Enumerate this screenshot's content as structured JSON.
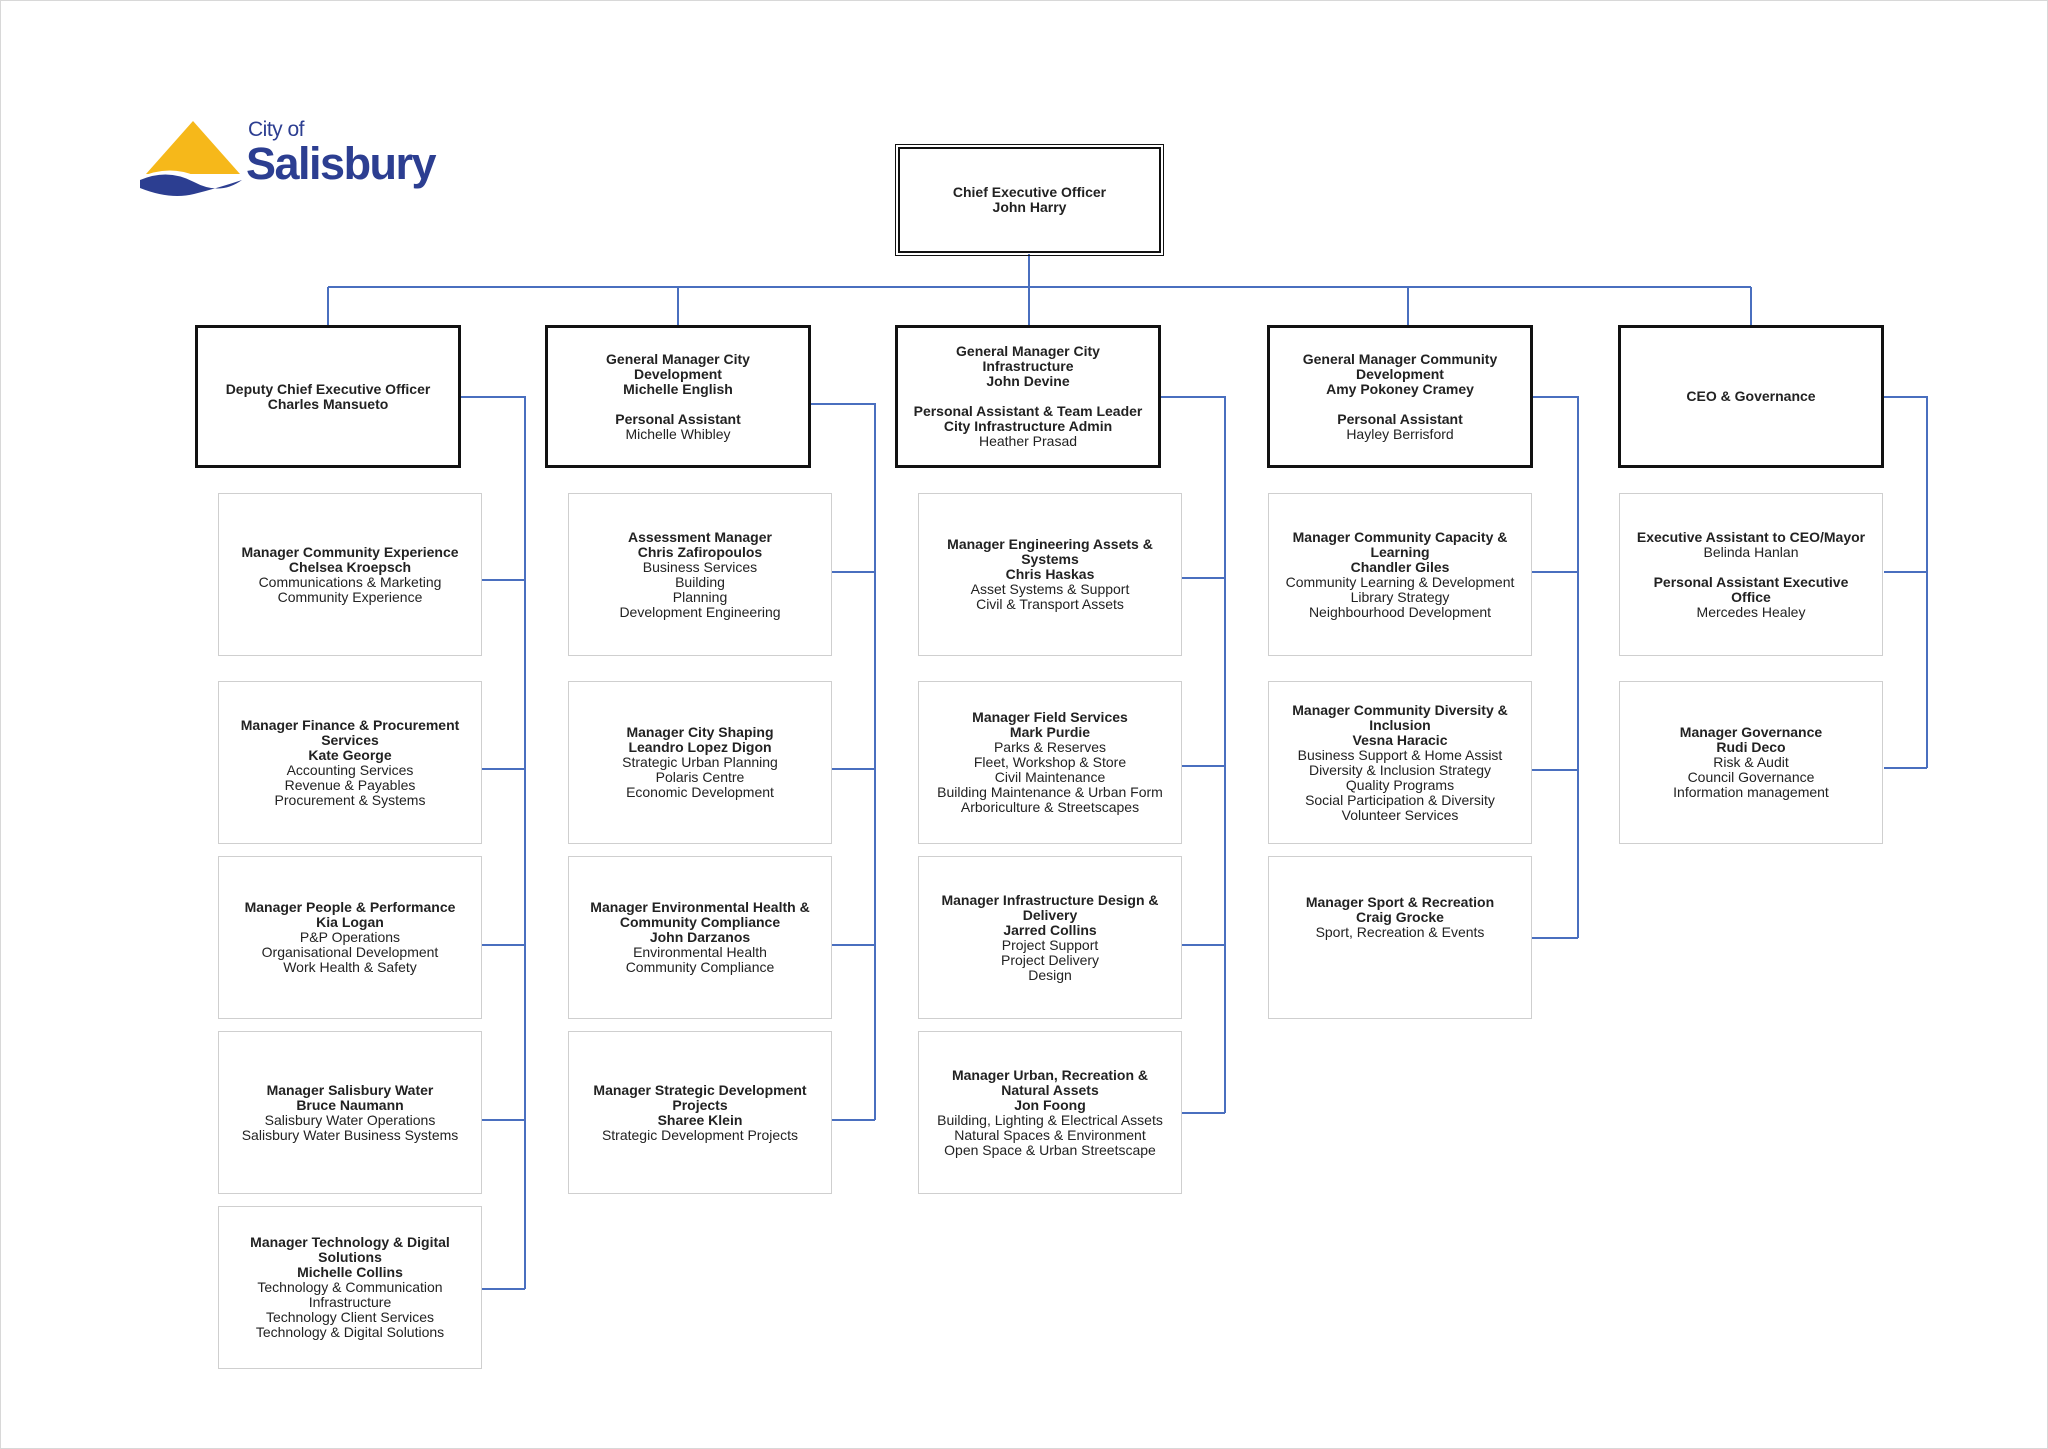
{
  "logo": {
    "line1": "City of",
    "line2": "Salisbury"
  },
  "ceo": {
    "title": "Chief Executive Officer",
    "name": "John Harry"
  },
  "divisions": [
    {
      "title": "Deputy Chief Executive Officer",
      "name": "Charles Mansueto",
      "managers": [
        {
          "title": "Manager Community Experience",
          "name": "Chelsea Kroepsch",
          "items": [
            "Communications & Marketing",
            "Community Experience"
          ]
        },
        {
          "title": "Manager Finance & Procurement Services",
          "name": "Kate George",
          "items": [
            "Accounting Services",
            "Revenue & Payables",
            "Procurement & Systems"
          ]
        },
        {
          "title": "Manager People & Performance",
          "name": "Kia Logan",
          "items": [
            "P&P Operations",
            "Organisational Development",
            "Work Health & Safety"
          ]
        },
        {
          "title": "Manager Salisbury Water",
          "name": "Bruce Naumann",
          "items": [
            "Salisbury Water Operations",
            "Salisbury Water Business Systems"
          ]
        },
        {
          "title": "Manager Technology & Digital Solutions",
          "name": "Michelle Collins",
          "items": [
            "Technology & Communication Infrastructure",
            "Technology Client Services",
            "Technology & Digital Solutions"
          ]
        }
      ]
    },
    {
      "title": "General Manager City Development",
      "name": "Michelle English",
      "assistant_title": "Personal Assistant",
      "assistant_name": "Michelle Whibley",
      "managers": [
        {
          "title": "Assessment Manager",
          "name": "Chris Zafiropoulos",
          "items": [
            "Business Services",
            "Building",
            "Planning",
            "Development Engineering"
          ]
        },
        {
          "title": "Manager City Shaping",
          "name": "Leandro Lopez Digon",
          "items": [
            "Strategic Urban Planning",
            "Polaris Centre",
            "Economic Development"
          ]
        },
        {
          "title": "Manager Environmental Health & Community Compliance",
          "name": "John Darzanos",
          "items": [
            "Environmental Health",
            "Community Compliance"
          ]
        },
        {
          "title": "Manager Strategic Development Projects",
          "name": "Sharee Klein",
          "items": [
            "Strategic Development Projects"
          ]
        }
      ]
    },
    {
      "title": "General Manager City Infrastructure",
      "name": "John Devine",
      "assistant_title": "Personal Assistant & Team Leader City Infrastructure Admin",
      "assistant_name": "Heather Prasad",
      "managers": [
        {
          "title": "Manager Engineering Assets & Systems",
          "name": "Chris Haskas",
          "items": [
            "Asset Systems & Support",
            "Civil & Transport Assets"
          ]
        },
        {
          "title": "Manager Field Services",
          "name": "Mark Purdie",
          "items": [
            "Parks & Reserves",
            "Fleet, Workshop & Store",
            "Civil Maintenance",
            "Building Maintenance & Urban Form",
            "Arboriculture & Streetscapes"
          ]
        },
        {
          "title": "Manager Infrastructure Design & Delivery",
          "name": "Jarred Collins",
          "items": [
            "Project Support",
            "Project Delivery",
            "Design"
          ]
        },
        {
          "title": "Manager Urban, Recreation & Natural Assets",
          "name": "Jon Foong",
          "items": [
            "Building, Lighting & Electrical Assets",
            "Natural Spaces & Environment",
            "Open Space & Urban Streetscape"
          ]
        }
      ]
    },
    {
      "title": "General Manager Community Development",
      "name": "Amy Pokoney Cramey",
      "assistant_title": "Personal Assistant",
      "assistant_name": "Hayley Berrisford",
      "managers": [
        {
          "title": "Manager Community Capacity & Learning",
          "name": "Chandler Giles",
          "items": [
            "Community Learning & Development",
            "Library Strategy",
            "Neighbourhood Development"
          ]
        },
        {
          "title": "Manager Community Diversity & Inclusion",
          "name": "Vesna Haracic",
          "items": [
            "Business Support & Home Assist",
            "Diversity & Inclusion Strategy",
            "Quality Programs",
            "Social Participation & Diversity",
            "Volunteer Services"
          ]
        },
        {
          "title": "Manager Sport & Recreation",
          "name": "Craig Grocke",
          "items": [
            "Sport, Recreation & Events"
          ]
        }
      ]
    },
    {
      "title": "CEO & Governance",
      "exec_assistant": {
        "title": "Executive Assistant to CEO/Mayor",
        "name": "Belinda Hanlan",
        "title2": "Personal Assistant Executive Office",
        "name2": "Mercedes Healey"
      },
      "managers": [
        {
          "title": "Manager Governance",
          "name": "Rudi Deco",
          "items": [
            "Risk & Audit",
            "Council Governance",
            "Information management"
          ]
        }
      ]
    }
  ],
  "colors": {
    "connector": "#4a6fbf",
    "exec_border": "#111111",
    "manager_border": "#cfcfcf",
    "logo_yellow": "#f6b81a",
    "logo_blue": "#2c3e91"
  }
}
